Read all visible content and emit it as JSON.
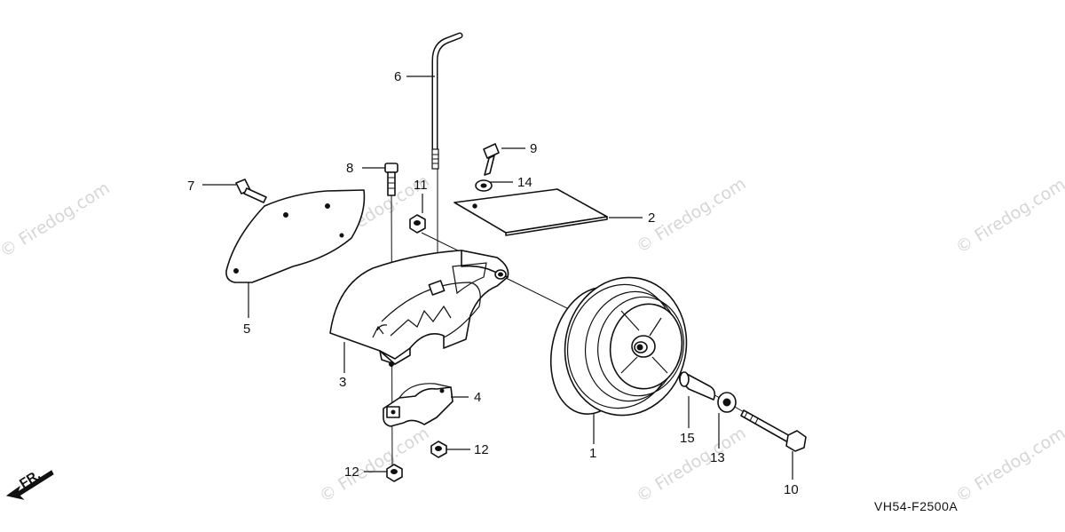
{
  "diagram": {
    "code": "VH54-F2500A",
    "direction_label": "FR.",
    "watermark": "© Firedog.com",
    "callouts": [
      {
        "id": "c1",
        "label": "1"
      },
      {
        "id": "c2",
        "label": "2"
      },
      {
        "id": "c3",
        "label": "3"
      },
      {
        "id": "c4",
        "label": "4"
      },
      {
        "id": "c5",
        "label": "5"
      },
      {
        "id": "c6",
        "label": "6"
      },
      {
        "id": "c7",
        "label": "7"
      },
      {
        "id": "c8",
        "label": "8"
      },
      {
        "id": "c9",
        "label": "9"
      },
      {
        "id": "c10",
        "label": "10"
      },
      {
        "id": "c11",
        "label": "11"
      },
      {
        "id": "c12a",
        "label": "12"
      },
      {
        "id": "c12b",
        "label": "12"
      },
      {
        "id": "c13",
        "label": "13"
      },
      {
        "id": "c14",
        "label": "14"
      },
      {
        "id": "c15",
        "label": "15"
      }
    ],
    "colors": {
      "line": "#111111",
      "watermark": "#d6d6d6",
      "background": "#ffffff"
    }
  }
}
